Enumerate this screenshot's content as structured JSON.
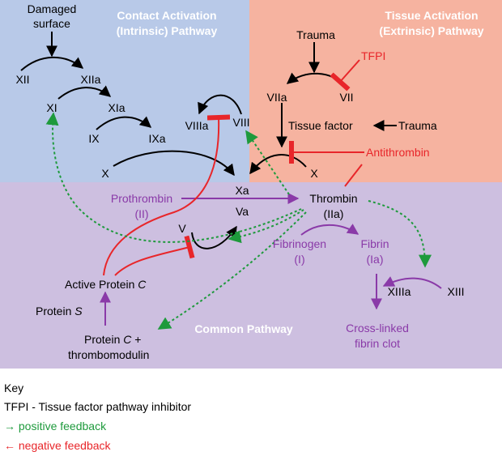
{
  "colors": {
    "intrinsic_bg": "#b8c9e8",
    "extrinsic_bg": "#f6b3a0",
    "common_bg": "#cdbfe0",
    "black": "#000000",
    "red": "#e8262a",
    "green": "#1e9a3c",
    "purple": "#8a3aa8",
    "white": "#ffffff"
  },
  "regions": {
    "intrinsic_title_1": "Contact Activation",
    "intrinsic_title_2": "(Intrinsic) Pathway",
    "extrinsic_title_1": "Tissue Activation",
    "extrinsic_title_2": "(Extrinsic) Pathway",
    "common_title": "Common Pathway"
  },
  "nodes": {
    "damaged_1": "Damaged",
    "damaged_2": "surface",
    "xii": "XII",
    "xiia": "XIIa",
    "xi": "XI",
    "xia": "XIa",
    "ix": "IX",
    "ixa": "IXa",
    "viiia": "VIIIa",
    "viii": "VIII",
    "x_left": "X",
    "xa": "Xa",
    "va": "Va",
    "v": "V",
    "trauma_top": "Trauma",
    "tfpi": "TFPI",
    "viia": "VIIa",
    "vii": "VII",
    "tissue_factor": "Tissue factor",
    "trauma_right": "Trauma",
    "antithrombin": "Antithrombin",
    "x_right": "X",
    "prothrombin": "Prothrombin",
    "prothrombin_ii": "(II)",
    "thrombin": "Thrombin",
    "thrombin_iia": "(IIa)",
    "fibrinogen": "Fibrinogen",
    "fibrinogen_i": "(I)",
    "fibrin": "Fibrin",
    "fibrin_ia": "(Ia)",
    "xiiia": "XIIIa",
    "xiii": "XIII",
    "crosslinked_1": "Cross-linked",
    "crosslinked_2": "fibrin clot",
    "active_protein_c_1": "Active Protein ",
    "active_protein_c_2": "C",
    "protein_s_1": "Protein ",
    "protein_s_2": "S",
    "protein_c_1": "Protein ",
    "protein_c_2": "C",
    "protein_c_3": " +",
    "thrombomodulin": "thrombomodulin"
  },
  "key": {
    "title": "Key",
    "tfpi_def": "TFPI - Tissue factor pathway inhibitor",
    "positive": "→ positive feedback",
    "negative": "← negative feedback"
  }
}
